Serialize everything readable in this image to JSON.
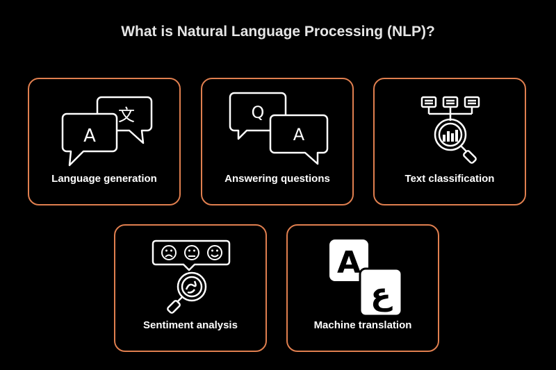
{
  "title": "What is Natural Language Processing (NLP)?",
  "accent_color": "#e07f4f",
  "cards": [
    {
      "label": "Language generation",
      "icon": "translate-speech-bubbles-icon",
      "glyphs": [
        "A",
        "文"
      ]
    },
    {
      "label": "Answering questions",
      "icon": "question-answer-bubbles-icon",
      "glyphs": [
        "Q",
        "A"
      ]
    },
    {
      "label": "Text classification",
      "icon": "classification-magnifier-icon"
    },
    {
      "label": "Sentiment analysis",
      "icon": "sentiment-faces-magnifier-icon"
    },
    {
      "label": "Machine translation",
      "icon": "alphabet-translation-icon",
      "glyphs": [
        "A",
        "ع"
      ]
    }
  ]
}
